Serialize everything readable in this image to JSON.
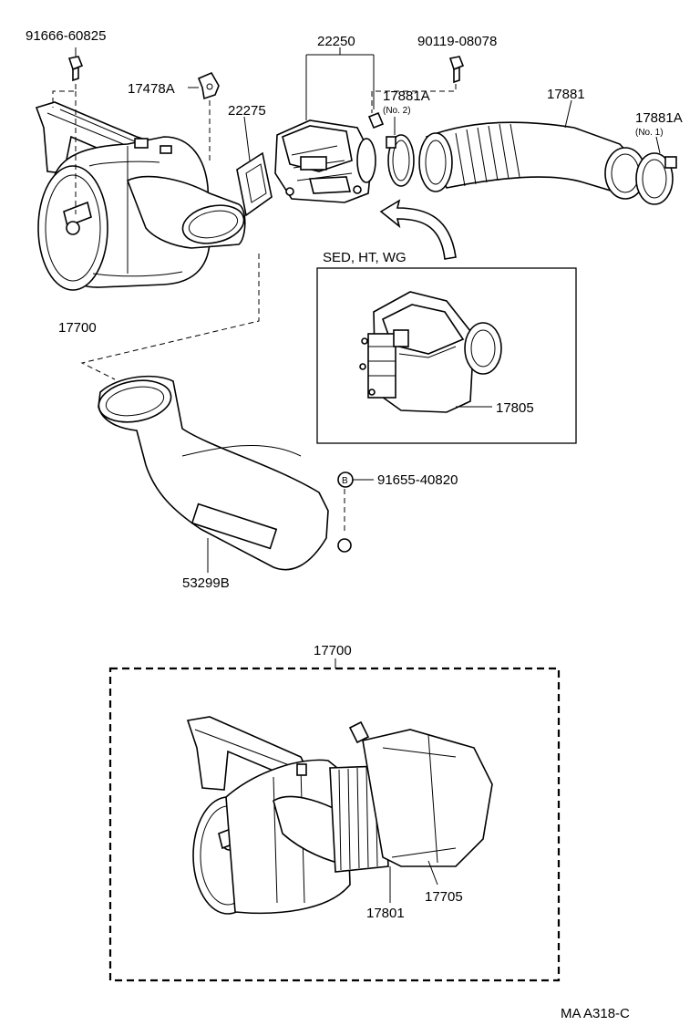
{
  "labels": {
    "bolt_91666": "91666-60825",
    "bracket_17478A": "17478A",
    "gasket_22275": "22275",
    "meter_22250": "22250",
    "screw_90119": "90119-08078",
    "clamp_17881A_no2": "17881A",
    "clamp_no2_sub": "(No. 2)",
    "hose_17881": "17881",
    "clamp_17881A_no1": "17881A",
    "clamp_no1_sub": "(No. 1)",
    "cleaner_17700": "17700",
    "variant_title": "SED, HT, WG",
    "variant_part_17805": "17805",
    "bolt_marker": "B",
    "bolt_91655": "91655-40820",
    "duct_53299B": "53299B",
    "assembly_17700": "17700",
    "element_17801": "17801",
    "case_17705": "17705",
    "figure_code": "MA A318-C"
  }
}
